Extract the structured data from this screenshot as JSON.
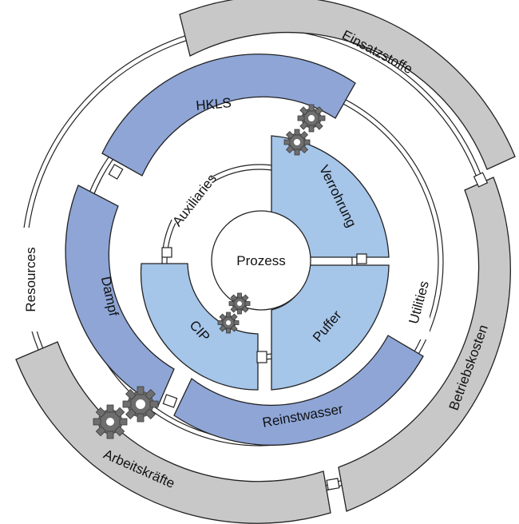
{
  "center": {
    "label": "Prozess"
  },
  "outer_ring": {
    "label": "Resources",
    "segments": [
      {
        "id": "einsatzstoffe",
        "label": "Einsatzstoffe"
      },
      {
        "id": "betriebskosten",
        "label": "Betriebskosten"
      },
      {
        "id": "arbeitskraefte",
        "label": "Arbeitskräfte"
      }
    ]
  },
  "middle_ring": {
    "label": "Utilities",
    "segments": [
      {
        "id": "hkls",
        "label": "HKLS"
      },
      {
        "id": "dampf",
        "label": "Dampf"
      },
      {
        "id": "reinstwasser",
        "label": "Reinstwasser"
      }
    ]
  },
  "inner_ring": {
    "label": "Auxiliaries",
    "segments": [
      {
        "id": "verrohrung",
        "label": "Verrohrung"
      },
      {
        "id": "puffer",
        "label": "Puffer"
      },
      {
        "id": "cip",
        "label": "CIP"
      }
    ]
  },
  "colors": {
    "outer": "#c8c8c8",
    "middle": "#8ea5d6",
    "inner": "#a5c5e9",
    "gear": "#6e6e6e",
    "stroke": "#222222"
  },
  "icons": [
    "gear-icon"
  ]
}
